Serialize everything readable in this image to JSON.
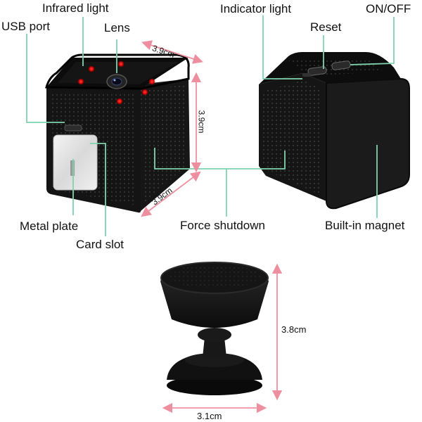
{
  "colors": {
    "leader_line": "#7fd3b0",
    "dimension_arrow": "#ee8fa0",
    "device_body": "#141414",
    "infrared_led": "#ff2a2a",
    "metal_plate": "#e6e6e6"
  },
  "labels": {
    "infrared_light": "Infrared light",
    "usb_port": "USB port",
    "lens": "Lens",
    "indicator_light": "Indicator light",
    "on_off": "ON/OFF",
    "reset": "Reset",
    "metal_plate": "Metal plate",
    "card_slot": "Card slot",
    "force_shutdown": "Force shutdown",
    "built_in_magnet": "Built-in magnet"
  },
  "dimensions": {
    "camera_top_edge": "3.9cm",
    "camera_height": "3.9cm",
    "camera_bottom_edge": "3.9cm",
    "mount_height": "3.8cm",
    "mount_width": "3.1cm"
  },
  "icons": [
    "infrared-led-icon",
    "lens-icon",
    "usb-port-icon",
    "card-slot-icon",
    "magnetic-mount-icon"
  ]
}
